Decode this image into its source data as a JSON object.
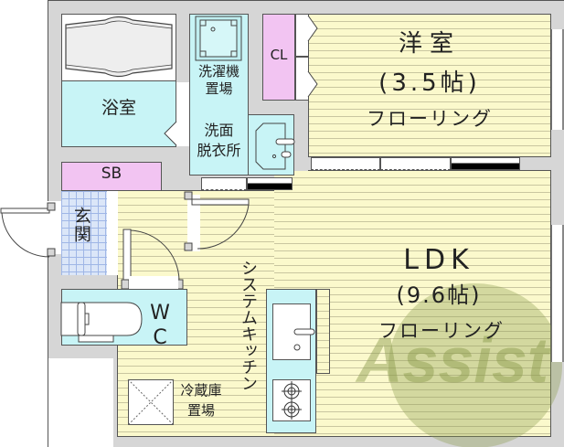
{
  "floorplan": {
    "rooms": {
      "western_room": {
        "name": "洋室",
        "size": "(3.5帖)",
        "floor": "フローリング"
      },
      "ldk": {
        "name": "LDK",
        "size": "(9.6帖)",
        "floor": "フローリング"
      },
      "bathroom": {
        "name": "浴室"
      },
      "washer": {
        "line1": "洗濯機",
        "line2": "置場"
      },
      "washroom": {
        "line1": "洗面",
        "line2": "脱衣所"
      },
      "closet": {
        "name": "CL"
      },
      "shoe_box": {
        "name": "SB"
      },
      "entrance": {
        "name": "玄関"
      },
      "toilet": {
        "line1": "W",
        "line2": "C"
      },
      "kitchen": {
        "name": "システムキッチン"
      },
      "fridge": {
        "line1": "冷蔵庫",
        "line2": "置場"
      }
    },
    "watermark": {
      "text": "Assist"
    },
    "colors": {
      "wall": "#d6d6d6",
      "floor": "#fbf9cc",
      "wet_area": "#c8f4f6",
      "storage": "#f2c4f2",
      "entrance_tile": "#dbe6f8"
    }
  }
}
